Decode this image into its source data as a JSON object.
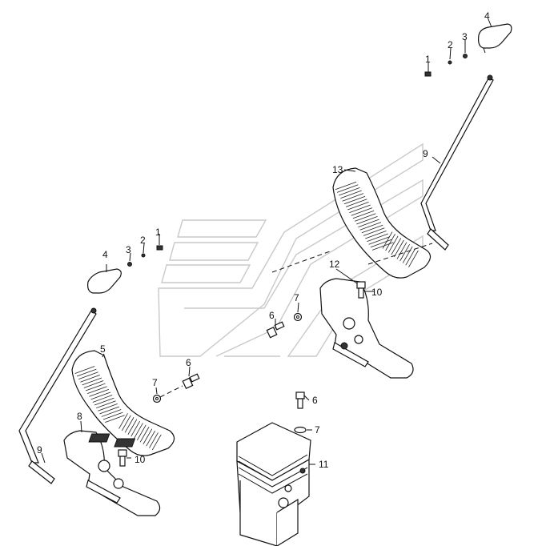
{
  "diagram": {
    "callouts": [
      "4",
      "2",
      "3",
      "1",
      "9",
      "13",
      "12",
      "10",
      "7",
      "6",
      "1",
      "2",
      "3",
      "4",
      "5",
      "7",
      "6",
      "8",
      "10",
      "9",
      "6",
      "7",
      "11"
    ]
  },
  "colors": {
    "line": "#111111",
    "watermark": "#c9c9c9",
    "background": "#ffffff"
  }
}
